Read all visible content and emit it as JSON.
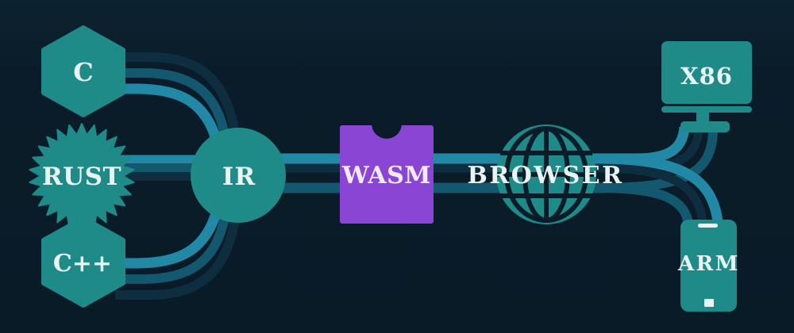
{
  "diagram": {
    "title": "wasm-compilation-pipeline",
    "nodes": {
      "c": {
        "label": "C",
        "shape": "hexagon"
      },
      "rust": {
        "label": "RUST",
        "shape": "starburst"
      },
      "cpp": {
        "label": "C++",
        "shape": "hexagon"
      },
      "ir": {
        "label": "IR",
        "shape": "circle"
      },
      "wasm": {
        "label": "WASM",
        "shape": "notched-package"
      },
      "browser": {
        "label": "BROWSER",
        "shape": "globe"
      },
      "x86": {
        "label": "X86",
        "shape": "desktop-monitor"
      },
      "arm": {
        "label": "ARM",
        "shape": "smartphone"
      }
    },
    "edges": [
      {
        "from": "c",
        "to": "ir"
      },
      {
        "from": "rust",
        "to": "ir"
      },
      {
        "from": "cpp",
        "to": "ir"
      },
      {
        "from": "ir",
        "to": "wasm"
      },
      {
        "from": "wasm",
        "to": "browser"
      },
      {
        "from": "browser",
        "to": "x86"
      },
      {
        "from": "browser",
        "to": "arm"
      }
    ],
    "colors": {
      "background": "#0a1c29",
      "shape_teal": "#1e8b88",
      "wasm_purple": "#8a45d5",
      "pipe_bright": "#2189a6",
      "pipe_mid": "#14586f",
      "pipe_dark": "#0e2e40",
      "label_text": "#e9f3f1"
    }
  }
}
